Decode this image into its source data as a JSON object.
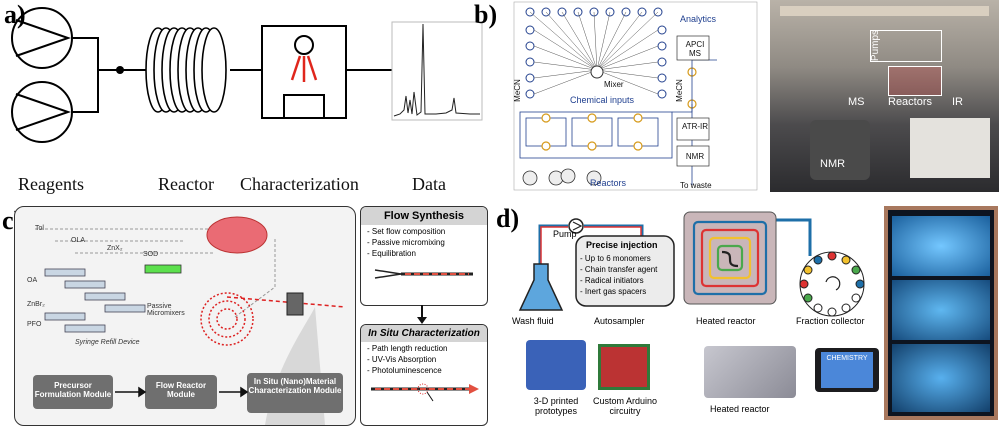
{
  "panel_a": {
    "label": "a)",
    "captions": {
      "reagents": "Reagents",
      "reactor": "Reactor",
      "characterization": "Characterization",
      "data": "Data"
    }
  },
  "panel_b": {
    "label": "b)",
    "chemical_inputs": "Chemical inputs",
    "mixer": "Mixer",
    "meCN_left": "MeCN",
    "meCN_mid": "MeCN",
    "analytics": "Analytics",
    "apci_ms": "APCI MS",
    "atr_ir": "ATR-IR",
    "nmr": "NMR",
    "reactors": "Reactors",
    "to_waste": "To waste",
    "photo_labels": {
      "pumps": "Pumps",
      "ms": "MS",
      "reactors": "Reactors",
      "ir": "IR",
      "nmr": "NMR"
    }
  },
  "panel_c": {
    "label": "c)",
    "reagents": {
      "tol": "Tol",
      "ola": "OLA",
      "znx": "ZnX₂",
      "sod": "SOD",
      "oa": "OA",
      "znbr": "ZnBr₂",
      "pfo": "PFO"
    },
    "passive_micromixers": "Passive Micromixers",
    "syringe_refill": "Syringe Refill Device",
    "modules": [
      "Precursor Formulation Module",
      "Flow Reactor Module",
      "In Situ (Nano)Material Characterization Module"
    ],
    "flow_synthesis": {
      "title": "Flow Synthesis",
      "items": [
        "- Set flow composition",
        "- Passive micromixing",
        "- Equilibration"
      ]
    },
    "in_situ": {
      "title": "In Situ Characterization",
      "items": [
        "- Path length reduction",
        "- UV-Vis Absorption",
        "- Photoluminescence"
      ]
    }
  },
  "panel_d": {
    "label": "d)",
    "pump": "Pump",
    "wash_fluid": "Wash fluid",
    "autosampler": "Autosampler",
    "heated_reactor": "Heated reactor",
    "fraction_collector": "Fraction collector",
    "precise_injection": {
      "title": "Precise injection",
      "items": [
        "- Up to 6 monomers",
        "- Chain transfer agent",
        "- Radical initiators",
        "- Inert gas spacers"
      ]
    },
    "photo_captions": {
      "printed": "3-D printed prototypes",
      "arduino": "Custom Arduino circuitry",
      "heated": "Heated reactor"
    },
    "screen_text": "CHEMISTRY"
  }
}
